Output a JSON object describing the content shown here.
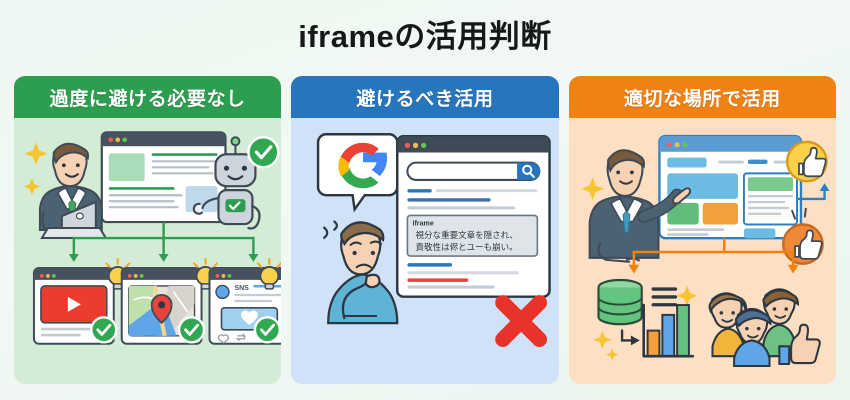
{
  "page": {
    "title": "iframeの活用判断",
    "background_color": "#eef7f1"
  },
  "panels": [
    {
      "id": "no-need-to-avoid",
      "header_label": "過度に避ける必要なし",
      "header_color": "#2d9e4f",
      "body_color": "#d4ecd5",
      "accent_color": "#2d9e4f",
      "verdict_icon": "check-circle-icon",
      "scene": {
        "figure": "businessman-with-laptop",
        "browser_window": "content-page-mock",
        "robot": "friendly-robot-icon",
        "badge": "green-check-badge",
        "cards": [
          {
            "name": "youtube-embed-card",
            "icon": "play-button-icon",
            "label": "",
            "status_icon": "check-circle-icon",
            "hint_icon": "lightbulb-icon"
          },
          {
            "name": "map-embed-card",
            "icon": "map-pin-icon",
            "label": "",
            "status_icon": "check-circle-icon",
            "hint_icon": "lightbulb-icon"
          },
          {
            "name": "sns-embed-card",
            "icon": "heart-icon",
            "label": "SNS",
            "status_icon": "check-circle-icon",
            "hint_icon": "lightbulb-icon"
          }
        ]
      }
    },
    {
      "id": "usage-to-avoid",
      "header_label": "避けるべき活用",
      "header_color": "#2775bd",
      "body_color": "#cfe2f7",
      "accent_color": "#2775bd",
      "verdict_icon": "red-cross-icon",
      "scene": {
        "figure": "worried-person",
        "speech_bubble_icon": "google-logo-icon",
        "browser_window": "search-results-mock",
        "search_placeholder": "",
        "search_button_icon": "search-icon",
        "iframe_box": {
          "label": "iframe",
          "line_1": "視分な重要文章を隠され、",
          "line_2": "責敬性は侭とユーも崩い。"
        },
        "verdict": "red-cross-icon"
      }
    },
    {
      "id": "use-in-right-place",
      "header_label": "適切な場所で活用",
      "header_color": "#ef8212",
      "body_color": "#fde0c4",
      "accent_color": "#ef8212",
      "verdict_icon": "thumbs-up-icon",
      "scene": {
        "figure": "presenter-pointing",
        "browser_window": "dashboard-mock",
        "badges": [
          {
            "name": "thumbs-up-badge-yellow",
            "icon": "thumbs-up-icon"
          },
          {
            "name": "thumbs-up-badge-orange",
            "icon": "thumbs-up-icon"
          }
        ],
        "outputs": [
          {
            "name": "database-chart-group",
            "icons": [
              "database-icon",
              "bar-chart-icon",
              "sparkle-icon"
            ]
          },
          {
            "name": "happy-users-group",
            "icons": [
              "people-icon",
              "thumbs-up-icon"
            ]
          }
        ]
      }
    }
  ]
}
